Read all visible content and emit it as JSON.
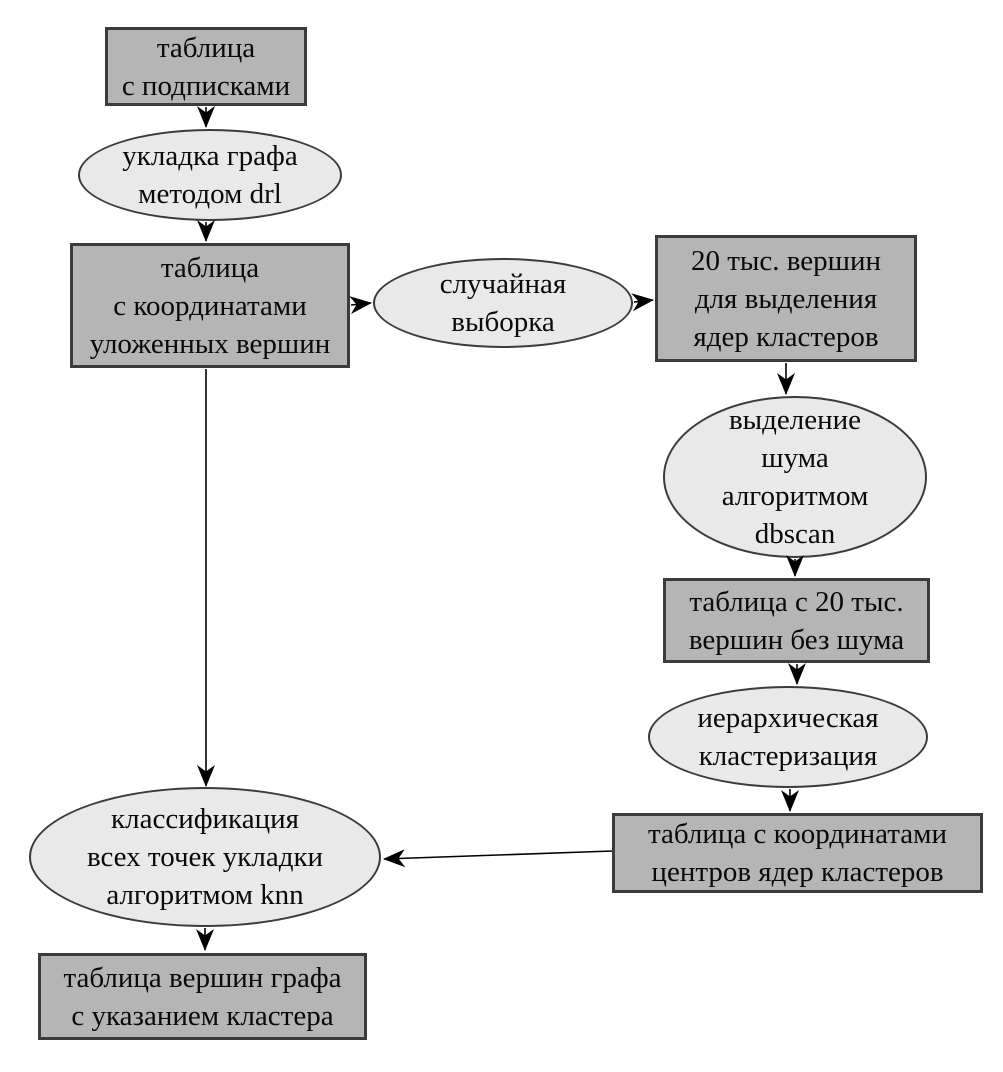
{
  "diagram": {
    "kind": "flowchart",
    "language": "ru",
    "nodes": [
      {
        "id": "table-subscriptions",
        "shape": "rect",
        "label": "таблица\nс подписками"
      },
      {
        "id": "drl-layout",
        "shape": "ellipse",
        "label": "укладка графа\nметодом drl"
      },
      {
        "id": "table-coordinates",
        "shape": "rect",
        "label": "таблица\nс координатами\nуложенных вершин"
      },
      {
        "id": "random-sample",
        "shape": "ellipse",
        "label": "случайная\nвыборка"
      },
      {
        "id": "sample-20k-vertices",
        "shape": "rect",
        "label": "20 тыс. вершин\nдля выделения\nядер кластеров"
      },
      {
        "id": "dbscan-noise-removal",
        "shape": "ellipse",
        "label": "выделение\nшума\nалгоритмом\ndbscan"
      },
      {
        "id": "table-20k-no-noise",
        "shape": "rect",
        "label": "таблица с 20 тыс.\nвершин без шума"
      },
      {
        "id": "hierarchical-clustering",
        "shape": "ellipse",
        "label": "иерархическая\nкластеризация"
      },
      {
        "id": "table-cluster-centers",
        "shape": "rect",
        "label": "таблица с координатами\nцентров ядер кластеров"
      },
      {
        "id": "knn-classification",
        "shape": "ellipse",
        "label": "классификация\nвсех точек укладки\nалгоритмом knn"
      },
      {
        "id": "table-vertices-clusters",
        "shape": "rect",
        "label": "таблица вершин графа\nс указанием кластера"
      }
    ],
    "edges": [
      {
        "from": "table-subscriptions",
        "to": "drl-layout"
      },
      {
        "from": "drl-layout",
        "to": "table-coordinates"
      },
      {
        "from": "table-coordinates",
        "to": "random-sample"
      },
      {
        "from": "random-sample",
        "to": "sample-20k-vertices"
      },
      {
        "from": "sample-20k-vertices",
        "to": "dbscan-noise-removal"
      },
      {
        "from": "dbscan-noise-removal",
        "to": "table-20k-no-noise"
      },
      {
        "from": "table-20k-no-noise",
        "to": "hierarchical-clustering"
      },
      {
        "from": "hierarchical-clustering",
        "to": "table-cluster-centers"
      },
      {
        "from": "table-cluster-centers",
        "to": "knn-classification"
      },
      {
        "from": "table-coordinates",
        "to": "knn-classification"
      },
      {
        "from": "knn-classification",
        "to": "table-vertices-clusters"
      }
    ],
    "colors": {
      "rect_fill": "#b5b5b5",
      "ellipse_fill": "#e9e9e9",
      "border": "#3b3b3b",
      "arrow": "#000000",
      "text": "#0a0a0a",
      "background": "#ffffff"
    }
  }
}
